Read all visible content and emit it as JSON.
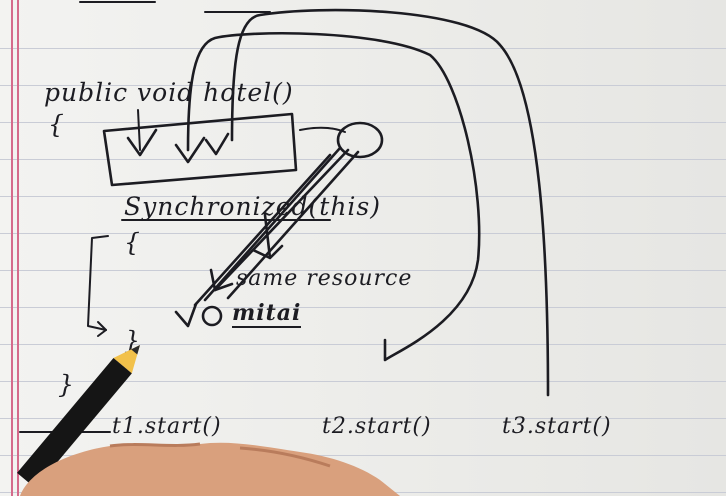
{
  "notebook": {
    "code": {
      "method_signature": "public void hotel()",
      "open_brace": "{",
      "sync_block": "Synchronized(this)",
      "block_open": "{",
      "block_close": "}",
      "close_brace": "}"
    },
    "labels": {
      "shared_resource": "same resource",
      "resource_name": "mitai"
    },
    "thread_calls": [
      "t1.start()",
      "t2.start()",
      "t3.start()"
    ],
    "colors": {
      "ink": "#1c1c22",
      "margin_line": "#d56b8b",
      "rule_line": "#c9ccd6",
      "pencil_body": "#151515",
      "pencil_tip": "#f2c14a",
      "hand": "#d9a07d"
    },
    "icons": [
      "pencil-icon",
      "hand-icon",
      "smiley-icon"
    ]
  }
}
